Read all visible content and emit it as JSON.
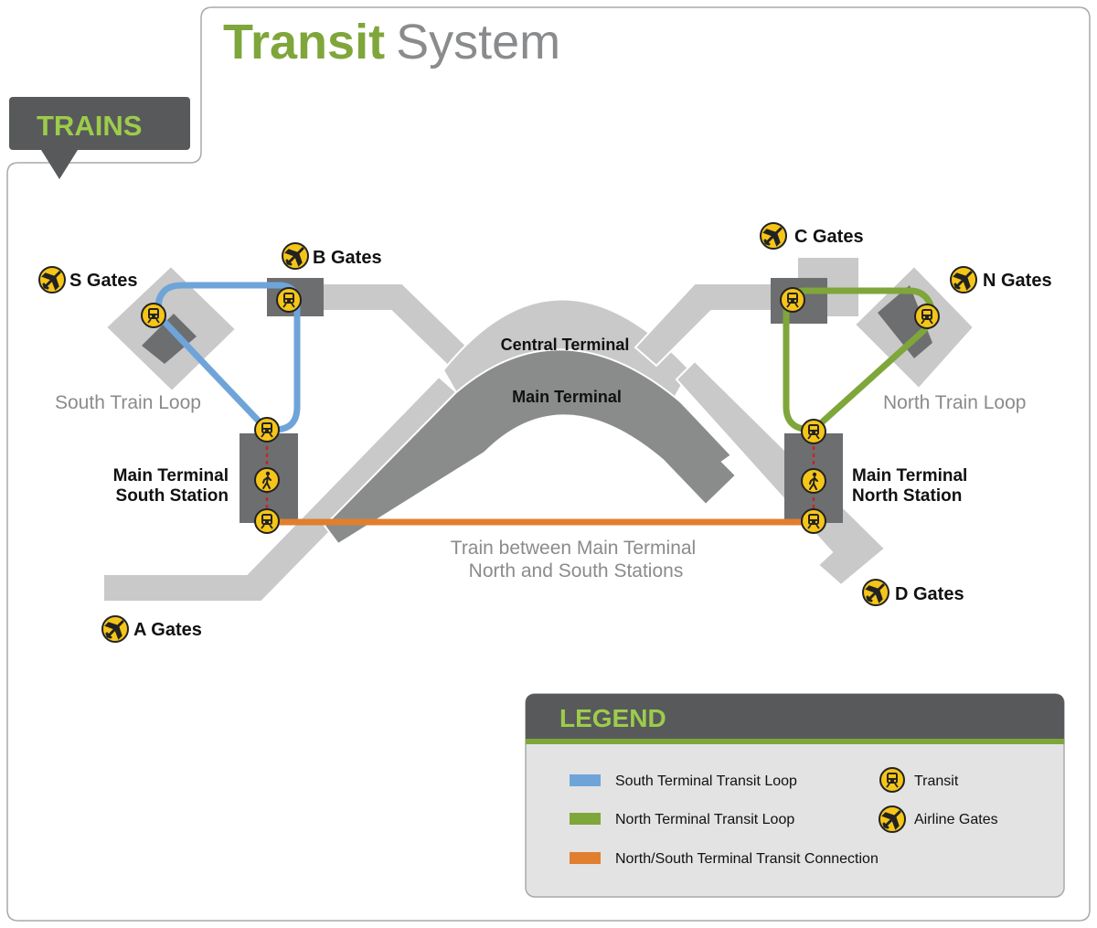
{
  "title": {
    "word1": "Transit",
    "word2": "System"
  },
  "tab_label": "TRAINS",
  "gates": {
    "s": "S Gates",
    "b": "B Gates",
    "c": "C Gates",
    "n": "N Gates",
    "a": "A Gates",
    "d": "D Gates"
  },
  "terminals": {
    "central": "Central Terminal",
    "main": "Main Terminal"
  },
  "stations": {
    "south_line1": "Main Terminal",
    "south_line2": "South Station",
    "north_line1": "Main Terminal",
    "north_line2": "North Station"
  },
  "loops": {
    "south": "South Train Loop",
    "north": "North Train Loop",
    "connection_line1": "Train between Main Terminal",
    "connection_line2": "North and South Stations"
  },
  "legend": {
    "title": "LEGEND",
    "items": [
      {
        "label": "South Terminal Transit Loop",
        "color": "#6fa4d9"
      },
      {
        "label": "North Terminal Transit Loop",
        "color": "#7fa63a"
      },
      {
        "label": "North/South Terminal Transit Connection",
        "color": "#e07f30"
      }
    ],
    "icons": [
      {
        "label": "Transit",
        "icon": "train-icon"
      },
      {
        "label": "Airline Gates",
        "icon": "airplane-icon"
      }
    ]
  },
  "colors": {
    "title_green": "#7fa63a",
    "title_gray": "#8a8b8d",
    "dark_gray": "#58595b",
    "terminal_light": "#c9c9c9",
    "terminal_dark": "#8a8c8c",
    "icon_yellow": "#f5c518",
    "blue_loop": "#6fa4d9",
    "green_loop": "#7fa63a",
    "orange_link": "#e07f30"
  }
}
